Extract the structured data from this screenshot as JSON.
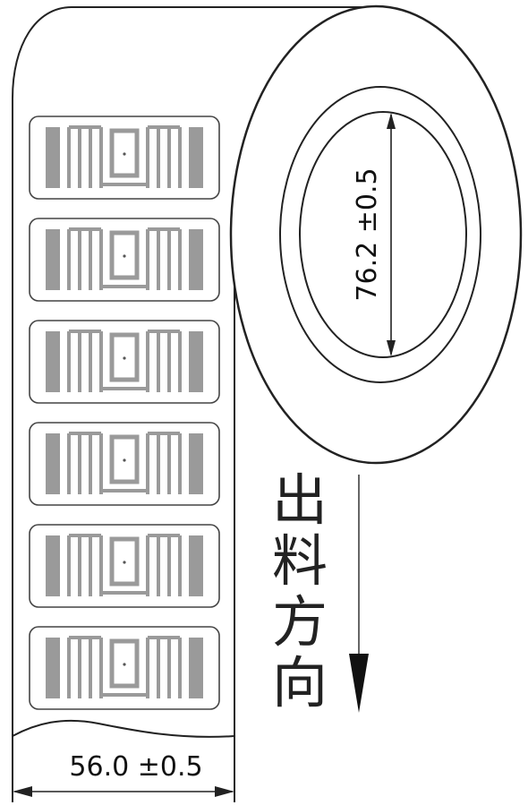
{
  "diagram": {
    "core_diameter_label": "76.2 ±0.5",
    "width_label": "56.0 ±0.5",
    "feed_direction_chars": [
      "出",
      "料",
      "方",
      "向"
    ],
    "label_count": 6,
    "colors": {
      "outline": "#222222",
      "antenna": "#9a9a9a",
      "background": "#ffffff"
    }
  }
}
